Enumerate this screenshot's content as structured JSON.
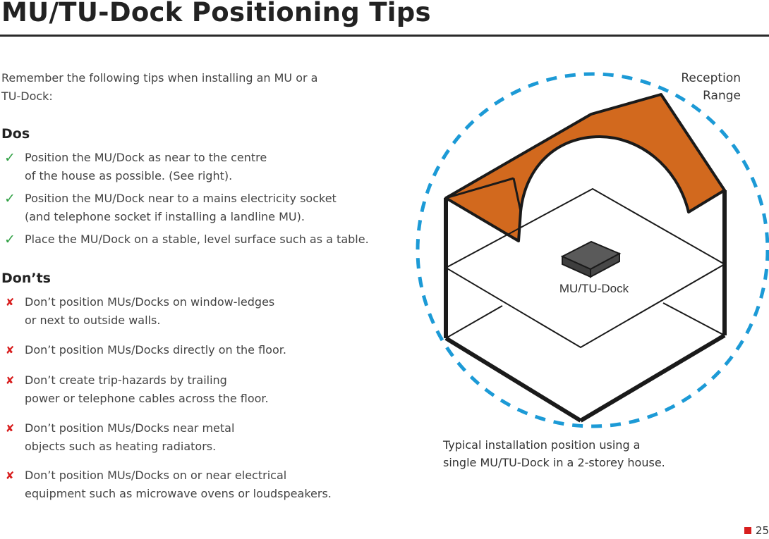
{
  "page": {
    "title": "MU/TU-Dock Positioning Tips",
    "page_number": "25"
  },
  "intro": "Remember the following tips when installing an MU or a TU-Dock:",
  "dos": {
    "heading": "Dos",
    "items": [
      "Position the MU/Dock as near to the centre\nof the house as possible. (See right).",
      "Position the MU/Dock near to a mains electricity socket\n(and telephone socket if installing a landline MU).",
      "Place the MU/Dock on a stable, level surface such as a table."
    ]
  },
  "donts": {
    "heading": "Don’ts",
    "items": [
      "Don’t position MUs/Docks on window-ledges\nor next to outside walls.",
      "Don’t position MUs/Docks directly on the floor.",
      "Don’t create trip-hazards by trailing\npower or telephone cables across the floor.",
      "Don’t position MUs/Docks near metal\nobjects such as heating radiators.",
      "Don’t position MUs/Docks on or near electrical\nequipment such as microwave ovens or loudspeakers."
    ]
  },
  "diagram": {
    "reception_label": "Reception\nRange",
    "device_label": "MU/TU-Dock",
    "caption": "Typical installation position using a\nsingle MU/TU-Dock in a 2-storey house.",
    "colors": {
      "roof": "#d2691e",
      "range_circle": "#1c9ad6",
      "device": "#555555",
      "outline": "#1a1a1a"
    }
  },
  "icons": {
    "check": "checkmark-icon",
    "cross": "cross-icon"
  }
}
